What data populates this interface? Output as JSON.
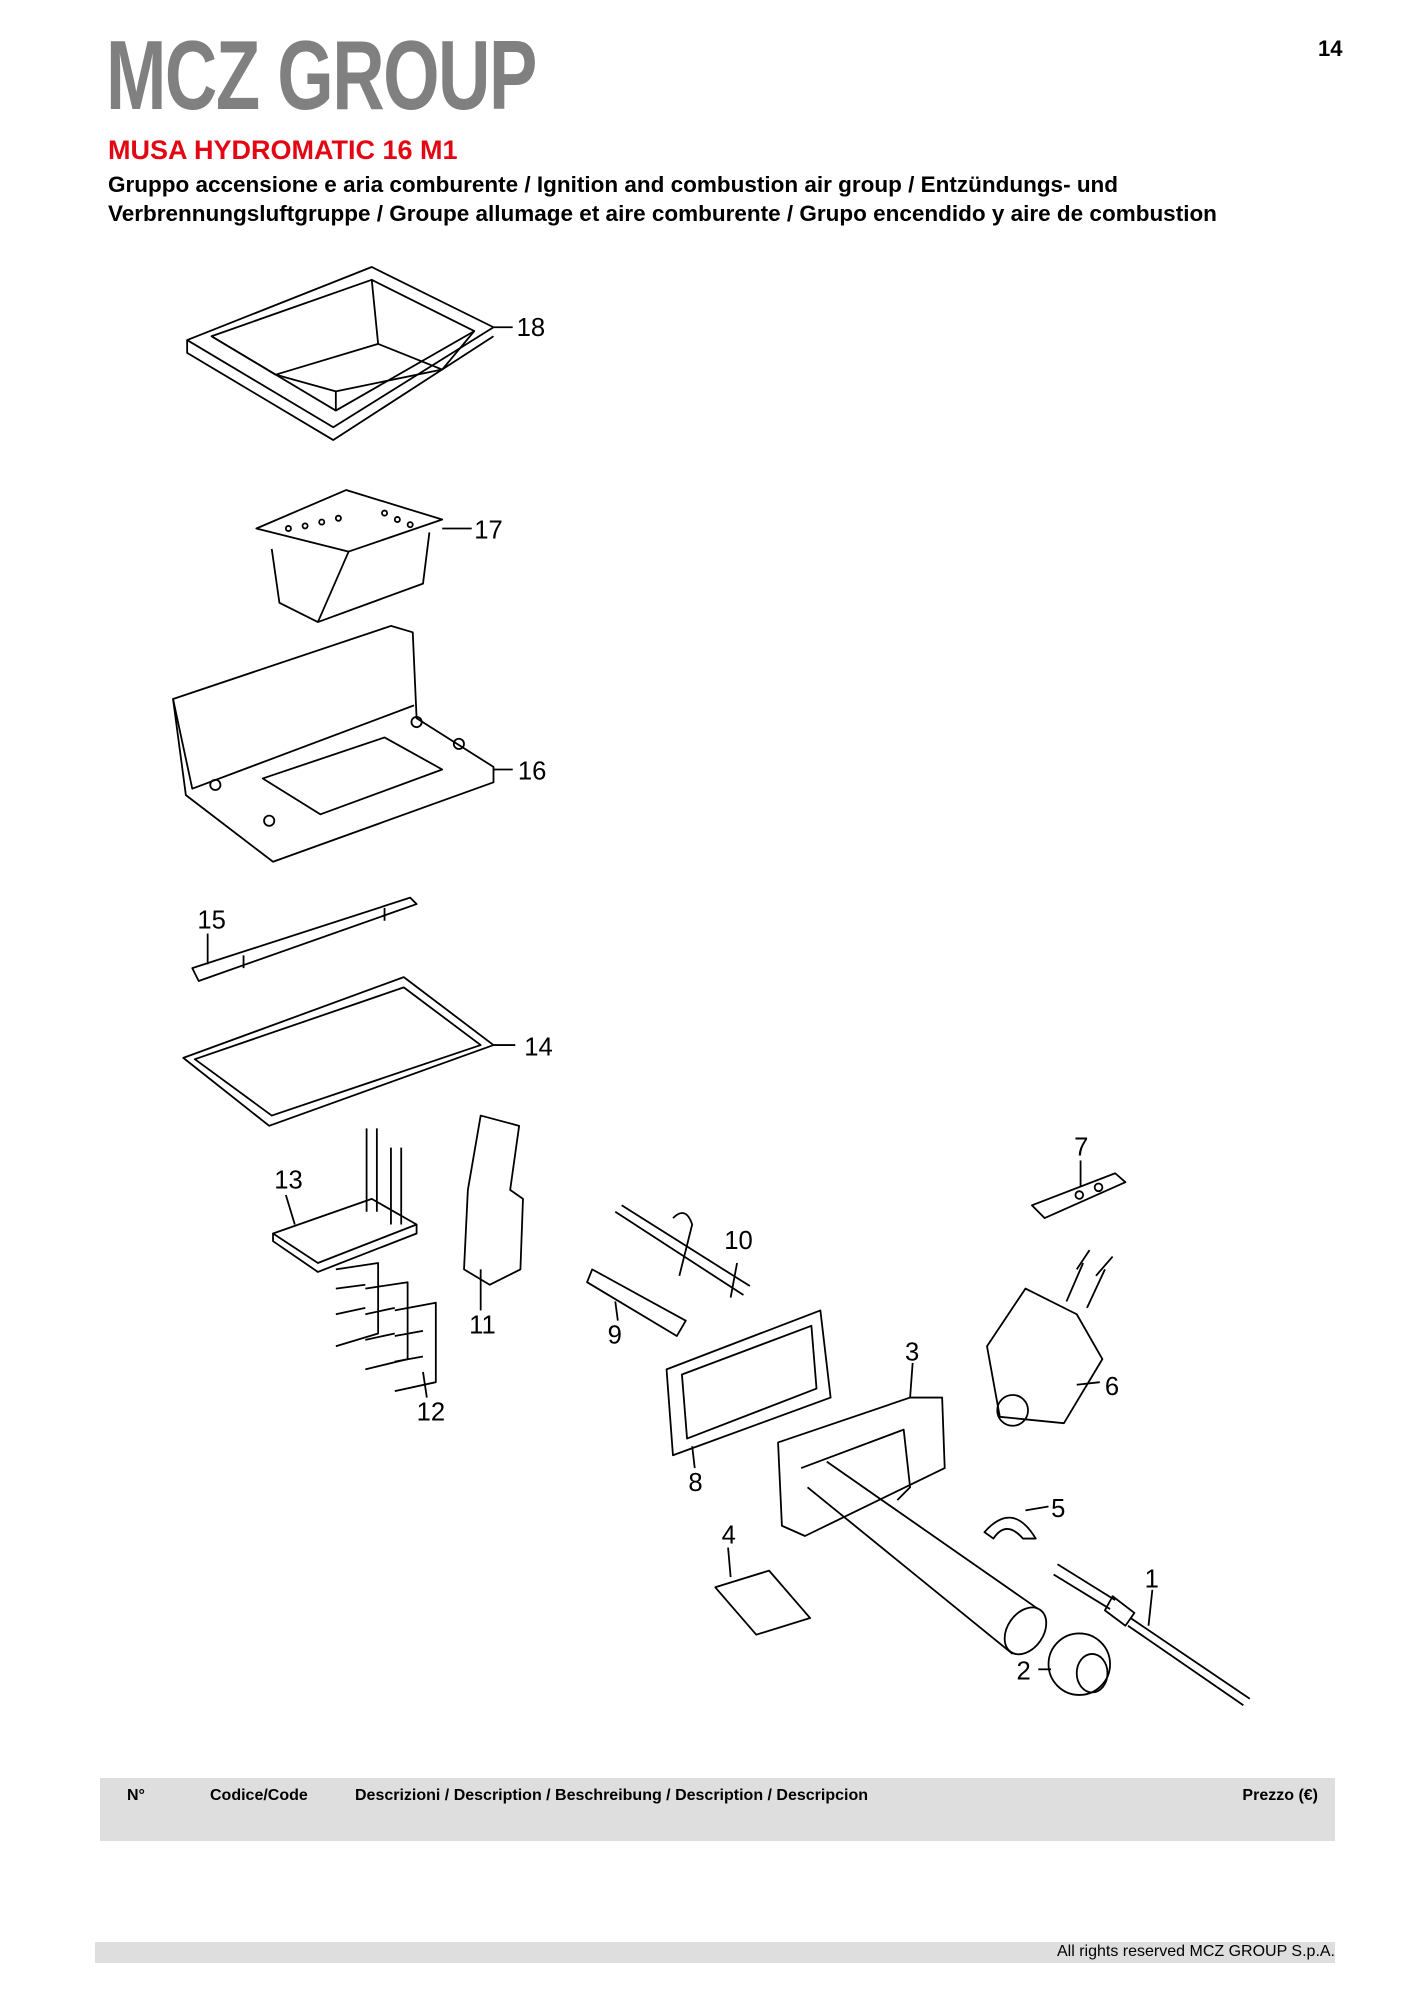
{
  "header": {
    "logo": "MCZ GROUP",
    "page_number": "14",
    "model": "MUSA HYDROMATIC 16 M1",
    "subtitle": "Gruppo accensione e aria comburente / Ignition and combustion air group / Entzündungs- und Verbrennungsluftgruppe / Groupe allumage et aire comburente / Grupo encendido y aire de combustion"
  },
  "diagram": {
    "labels": [
      "1",
      "2",
      "3",
      "4",
      "5",
      "6",
      "7",
      "8",
      "9",
      "10",
      "11",
      "12",
      "13",
      "14",
      "15",
      "16",
      "17",
      "18"
    ]
  },
  "table": {
    "col_n": "N°",
    "col_code": "Codice/Code",
    "col_desc": "Descrizioni / Description / Beschreibung / Description / Descripcion",
    "col_price": "Prezzo (€)"
  },
  "footer": {
    "copyright": "All rights reserved MCZ GROUP S.p.A."
  }
}
